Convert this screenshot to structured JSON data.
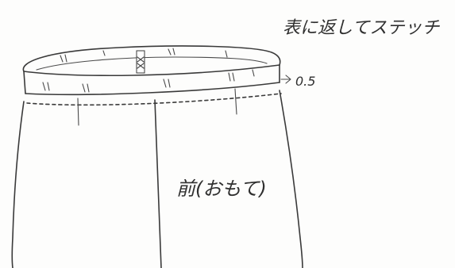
{
  "annotations": {
    "instruction": "表に返してステッチ",
    "measurement": "0.5",
    "panel_label": "前(おもて)"
  },
  "colors": {
    "ink": "#3a3a3a",
    "paper": "#fdfdfc"
  }
}
